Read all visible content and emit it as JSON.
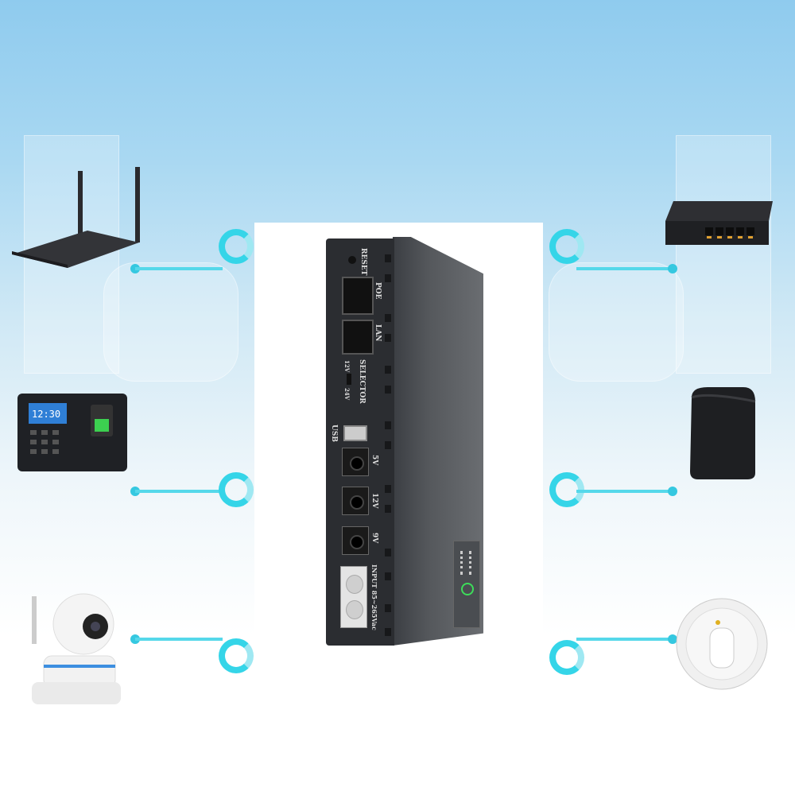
{
  "device": {
    "labels": {
      "reset": "RESET",
      "poe": "POE",
      "lan": "LAN",
      "selector": "SELECTOR",
      "sel_12v": "12V",
      "sel_24v": "24V",
      "usb": "USB",
      "out_5v": "5V",
      "out_12v": "12V",
      "out_9v": "9V",
      "input": "INPUT 85~265Vac"
    },
    "colors": {
      "body": "#2b2d31",
      "accent": "#35d5e8",
      "power_led": "#3ddc5a"
    }
  },
  "connected_devices": [
    "router",
    "fingerprint-terminal",
    "ip-camera",
    "network-switch",
    "modem",
    "smoke-detector"
  ],
  "terminal_screen": "12:30"
}
